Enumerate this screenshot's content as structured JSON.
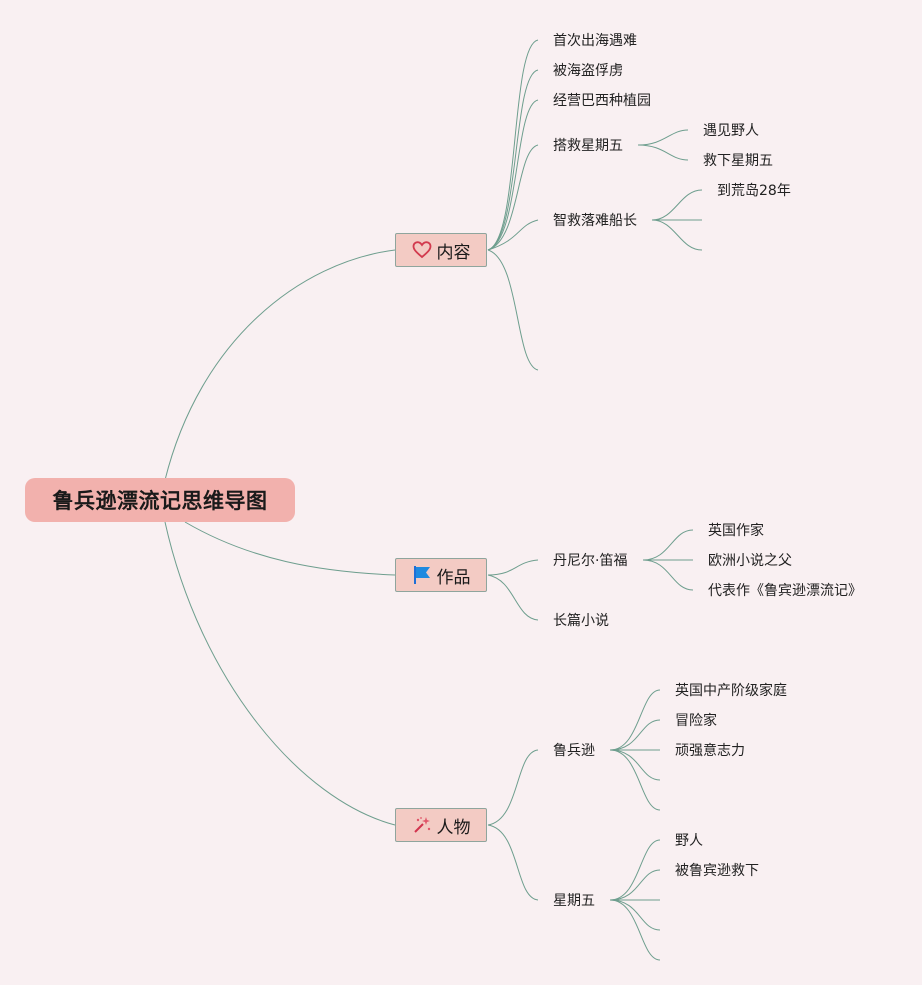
{
  "root": {
    "label": "鲁兵逊漂流记思维导图"
  },
  "branches": {
    "content": {
      "label": "内容",
      "icon": "heart-icon",
      "items": [
        "首次出海遇难",
        "被海盗俘虏",
        "经营巴西种植园",
        "搭救星期五",
        "智救落难船长"
      ],
      "friday": [
        "遇见野人",
        "救下星期五"
      ],
      "captain": [
        "到荒岛28年"
      ]
    },
    "works": {
      "label": "作品",
      "icon": "flag-icon",
      "author": "丹尼尔·笛福",
      "author_items": [
        "英国作家",
        "欧洲小说之父",
        "代表作《鲁宾逊漂流记》"
      ],
      "genre": "长篇小说"
    },
    "characters": {
      "label": "人物",
      "icon": "sparkle-icon",
      "robinson": "鲁兵逊",
      "robinson_items": [
        "英国中产阶级家庭",
        "冒险家",
        "顽强意志力"
      ],
      "friday": "星期五",
      "friday_items": [
        "野人",
        "被鲁宾逊救下"
      ]
    }
  },
  "colors": {
    "background": "#f9f0f2",
    "root": "#f2b1ad",
    "branch": "#f3cbc4",
    "line": "#6e9e8e"
  }
}
